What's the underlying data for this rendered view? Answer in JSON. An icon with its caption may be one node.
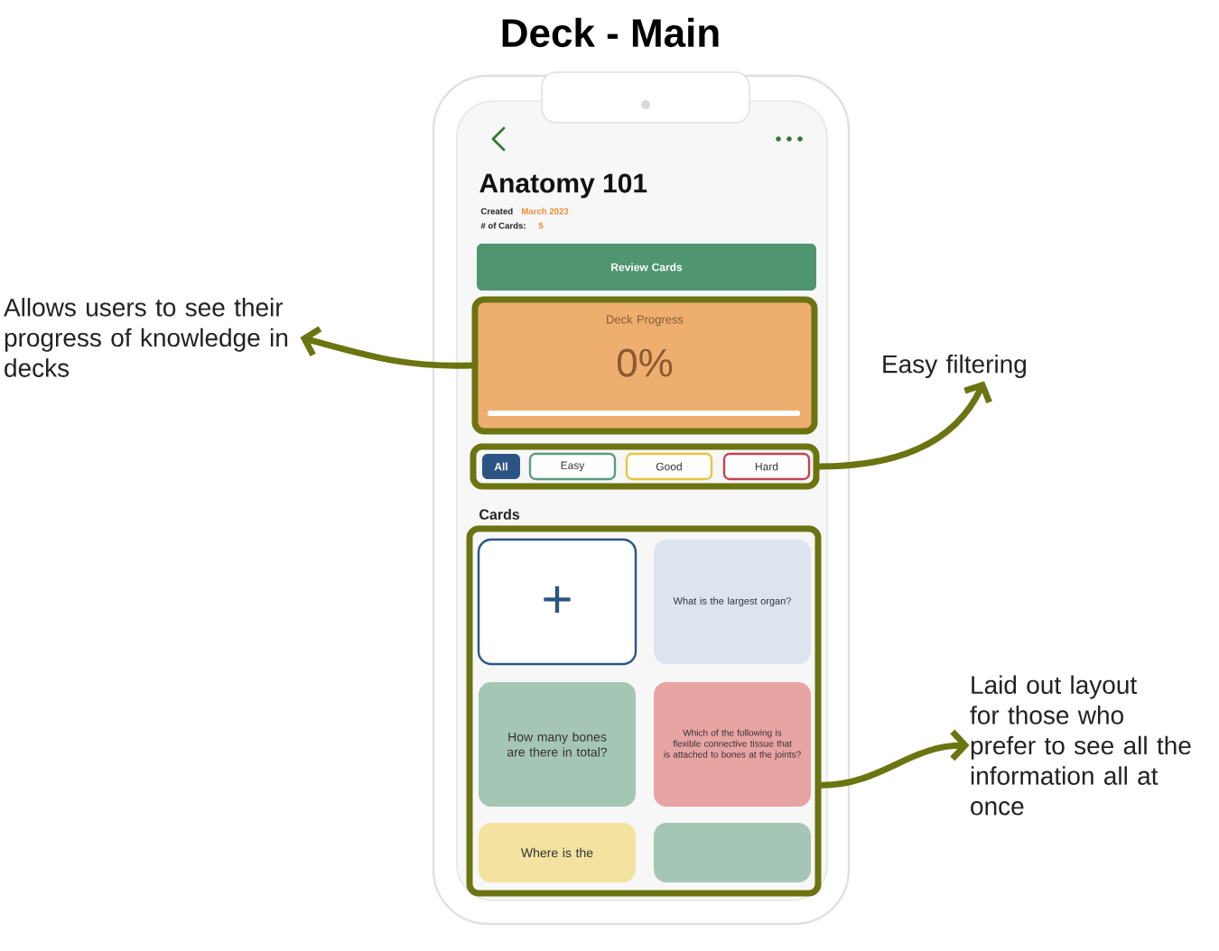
{
  "diagram": {
    "title": "Deck - Main",
    "nodes": [
      {
        "text": [
          "Review Cards"
        ]
      },
      {
        "text": [
          "Deck Progress",
          "0%"
        ]
      },
      {
        "text": [],
        "shape": "box"
      },
      {
        "text": [
          "All"
        ],
        "in": 2
      },
      {
        "text": [
          "Easy"
        ],
        "in": 2
      },
      {
        "text": [
          "Good"
        ],
        "in": 2
      },
      {
        "text": [
          "Hard"
        ],
        "in": 2
      },
      {
        "text": [],
        "shape": "box"
      },
      {
        "text": [
          "+"
        ],
        "in": 7
      },
      {
        "text": [
          "What is the largest organ?"
        ],
        "in": 7
      },
      {
        "text": [
          "How many bones are there in total?"
        ],
        "in": 7
      },
      {
        "text": [
          "Which of the following is flexible connective tissue that is attached to bones at the joints?"
        ],
        "in": 7
      },
      {
        "text": [
          "Where is the"
        ],
        "in": 7
      },
      {
        "text": [],
        "shape": "box",
        "in": 7
      },
      {
        "text": [
          "Allows users to see their progress of knowledge in decks"
        ]
      },
      {
        "text": [
          "Easy filtering"
        ]
      },
      {
        "text": [
          "Laid out layout for those who prefer to see all the information all at once"
        ]
      }
    ],
    "edges": [
      {
        "from": 1,
        "to": 14,
        "arrow": "to"
      },
      {
        "from": 2,
        "to": 15,
        "arrow": "to"
      },
      {
        "from": 7,
        "to": 16,
        "arrow": "to"
      }
    ],
    "labels": [
      "Anatomy 101",
      "Created",
      "March 2023",
      "# of Cards:",
      "5",
      "Cards"
    ]
  }
}
